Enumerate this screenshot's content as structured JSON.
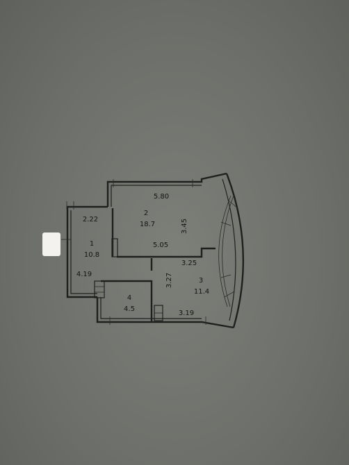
{
  "rooms": [
    {
      "number": "1",
      "area": "10.8"
    },
    {
      "number": "2",
      "area": "18.7"
    },
    {
      "number": "3",
      "area": "11.4"
    },
    {
      "number": "4",
      "area": "4.5"
    }
  ],
  "dimensions": [
    "5.80",
    "2.22",
    "3.45",
    "5.05",
    "3.25",
    "4.19",
    "3.27",
    "3.19"
  ],
  "colors": {
    "paper": "#6f716c",
    "ink": "#1f201e",
    "sticker": "#f3f2ee"
  }
}
